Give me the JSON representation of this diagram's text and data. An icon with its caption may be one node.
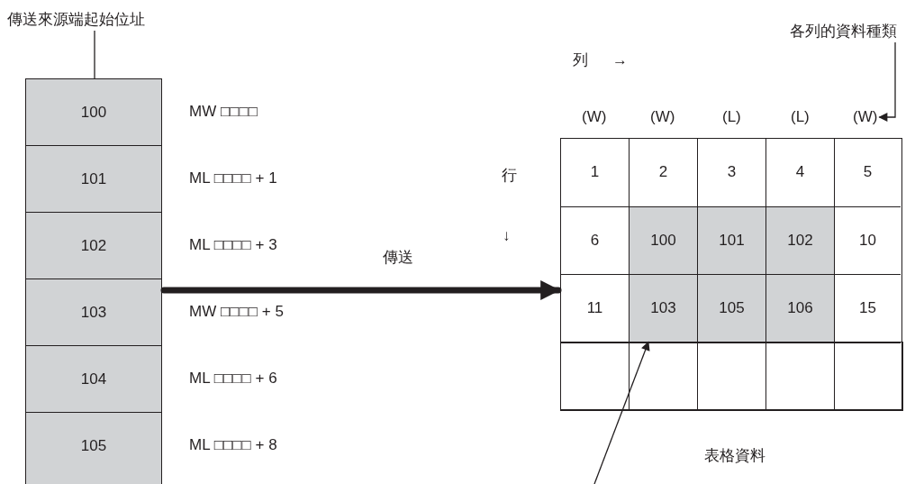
{
  "diagram": {
    "nodes": [
      {
        "text": [
          "傳送來源端起始位址"
        ]
      },
      {
        "text": [],
        "shape": "box"
      },
      {
        "text": [
          "100"
        ],
        "in": 1,
        "beside": [
          "MW □□□□"
        ]
      },
      {
        "text": [
          "101"
        ],
        "in": 1,
        "beside": [
          "ML □□□□ + 1"
        ]
      },
      {
        "text": [
          "102"
        ],
        "in": 1,
        "beside": [
          "ML □□□□ + 3"
        ]
      },
      {
        "text": [
          "103"
        ],
        "in": 1,
        "beside": [
          "MW □□□□ + 5"
        ]
      },
      {
        "text": [
          "104"
        ],
        "in": 1,
        "beside": [
          "ML □□□□ + 6"
        ]
      },
      {
        "text": [
          "105"
        ],
        "in": 1,
        "beside": [
          "ML □□□□ + 8"
        ]
      },
      {
        "text": [],
        "shape": "box"
      },
      {
        "text": [
          "1"
        ],
        "in": 8
      },
      {
        "text": [
          "2"
        ],
        "in": 8
      },
      {
        "text": [
          "3"
        ],
        "in": 8
      },
      {
        "text": [
          "4"
        ],
        "in": 8
      },
      {
        "text": [
          "5"
        ],
        "in": 8
      },
      {
        "text": [
          "6"
        ],
        "in": 8
      },
      {
        "text": [
          "100"
        ],
        "in": 8
      },
      {
        "text": [
          "101"
        ],
        "in": 8
      },
      {
        "text": [
          "102"
        ],
        "in": 8
      },
      {
        "text": [
          "10"
        ],
        "in": 8
      },
      {
        "text": [
          "11"
        ],
        "in": 8
      },
      {
        "text": [
          "103"
        ],
        "in": 8
      },
      {
        "text": [
          "105"
        ],
        "in": 8
      },
      {
        "text": [
          "106"
        ],
        "in": 8
      },
      {
        "text": [
          "15"
        ],
        "in": 8
      },
      {
        "text": [],
        "shape": "box",
        "in": 8
      },
      {
        "text": [],
        "shape": "box",
        "in": 8
      },
      {
        "text": [],
        "shape": "box",
        "in": 8
      },
      {
        "text": [],
        "shape": "box",
        "in": 8
      },
      {
        "text": [],
        "shape": "box",
        "in": 8
      },
      {
        "text": [
          "各列的資料種類"
        ]
      },
      {
        "text": [
          "(W)"
        ]
      }
    ],
    "edges": [
      {
        "from": 0,
        "to": 2,
        "arrow": "none"
      },
      {
        "from": 1,
        "to": 8,
        "arrow": "to",
        "label": "傳送",
        "style": "thick"
      },
      {
        "from": 29,
        "to": 30,
        "arrow": "to"
      },
      {
        "from": null,
        "to": 20,
        "arrow": "to"
      }
    ],
    "labels": [
      "列",
      "→",
      "(W)",
      "(W)",
      "(L)",
      "(L)",
      "行",
      "↓",
      "表格資料"
    ]
  }
}
